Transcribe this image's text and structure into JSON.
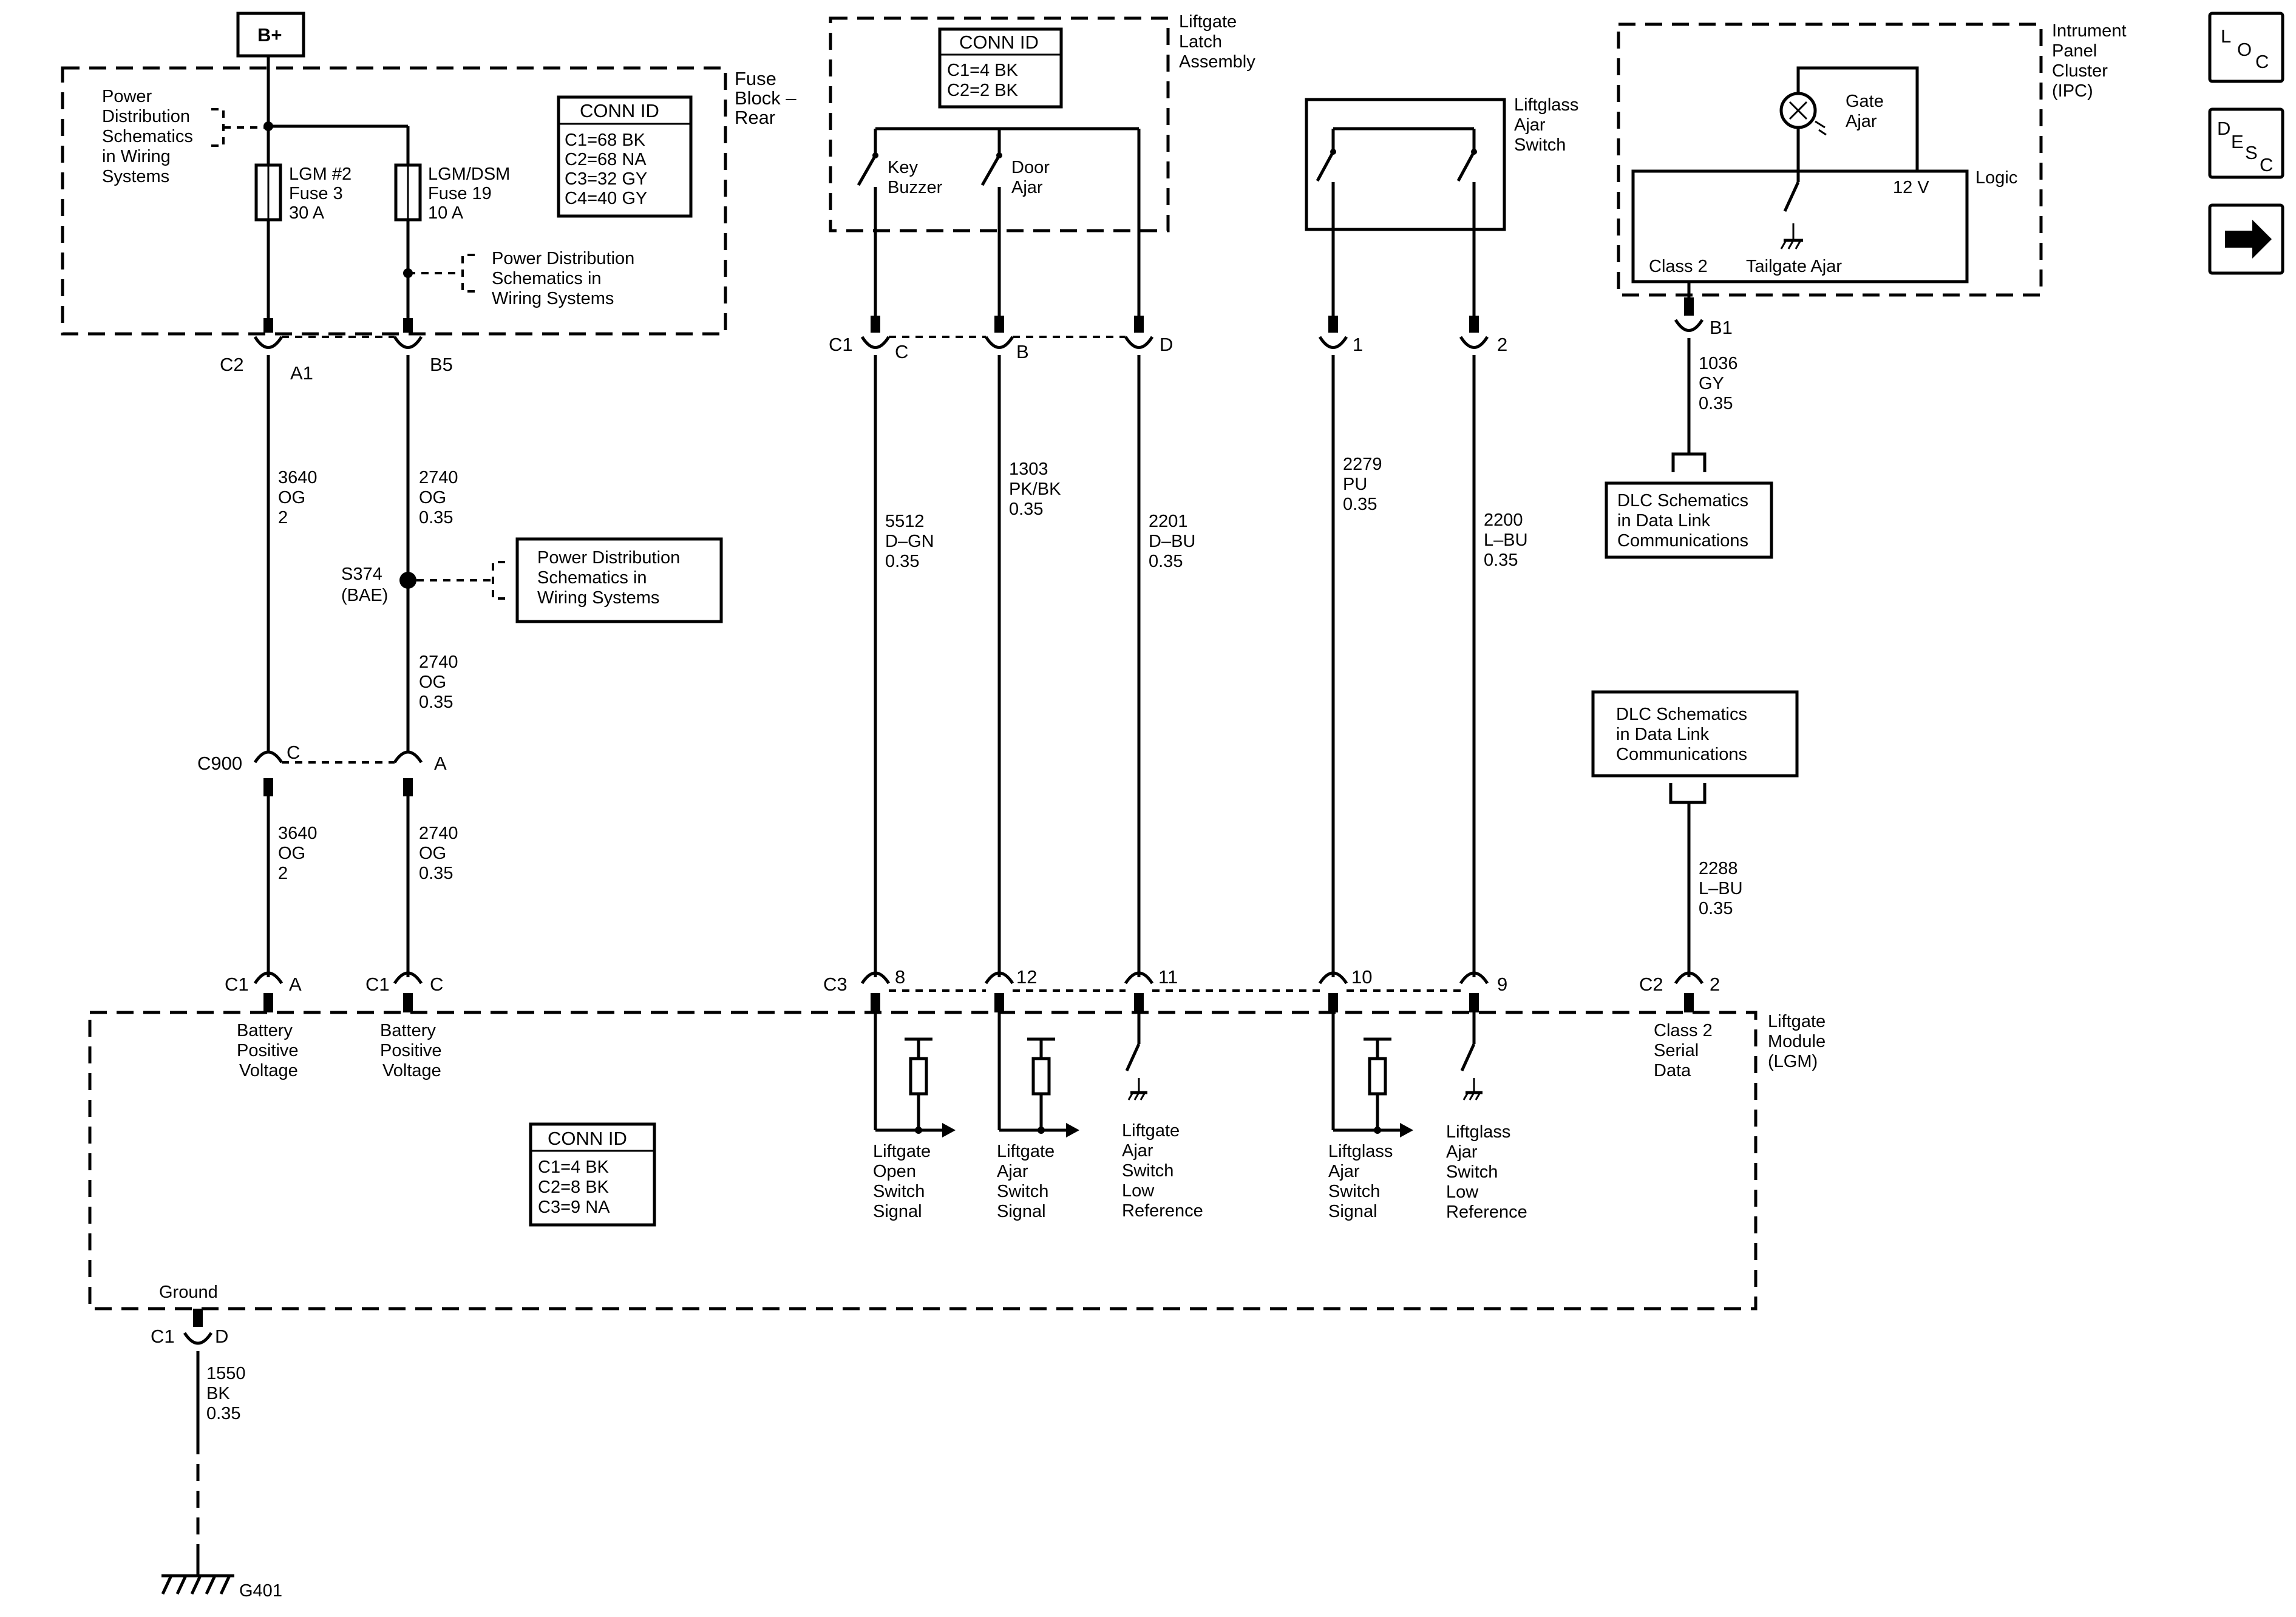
{
  "nav": {
    "loc": {
      "l1": "L",
      "l2": "O",
      "l3": "C"
    },
    "desc": {
      "l1": "D",
      "l2": "E",
      "l3": "S",
      "l4": "C"
    },
    "next_icon": "arrow-right-icon"
  },
  "bplus": "B+",
  "fuse_block": {
    "title": [
      "Fuse",
      "Block –",
      "Rear"
    ],
    "pd_ref_top": [
      "Power",
      "Distribution",
      "Schematics",
      "in Wiring",
      "Systems"
    ],
    "fuse1": [
      "LGM #2",
      "Fuse 3",
      "30 A"
    ],
    "fuse2": [
      "LGM/DSM",
      "Fuse 19",
      "10 A"
    ],
    "pd_ref_right": [
      "Power Distribution",
      "Schematics in",
      "Wiring Systems"
    ],
    "conn_title": "CONN ID",
    "conn": [
      "C1=68 BK",
      "C2=68 NA",
      "C3=32 GY",
      "C4=40 GY"
    ]
  },
  "latch": {
    "title": [
      "Liftgate",
      "Latch",
      "Assembly"
    ],
    "conn_title": "CONN ID",
    "conn": [
      "C1=4 BK",
      "C2=2 BK"
    ],
    "sw1": [
      "Key",
      "Buzzer"
    ],
    "sw2": [
      "Door",
      "Ajar"
    ],
    "c1": "C1",
    "pinC": "C",
    "pinB": "B",
    "pinD": "D"
  },
  "liftglass": {
    "title": [
      "Liftglass",
      "Ajar",
      "Switch"
    ],
    "pin1": "1",
    "pin2": "2"
  },
  "ipc": {
    "title": [
      "Intrument",
      "Panel",
      "Cluster",
      "(IPC)"
    ],
    "lamp": [
      "Gate",
      "Ajar"
    ],
    "v12": "12 V",
    "logic": "Logic",
    "class2": "Class 2",
    "tailgate": "Tailgate Ajar",
    "b1": "B1"
  },
  "dlc_top": {
    "wire": [
      "1036",
      "GY",
      "0.35"
    ],
    "box": [
      "DLC Schematics",
      "in Data Link",
      "Communications"
    ]
  },
  "dlc_mid": {
    "box": [
      "DLC Schematics",
      "in Data Link",
      "Communications"
    ],
    "wire": [
      "2288",
      "L–BU",
      "0.35"
    ]
  },
  "left": {
    "c2": "C2",
    "a1": "A1",
    "b5": "B5",
    "wire1a": [
      "3640",
      "OG",
      "2"
    ],
    "wire2a": [
      "2740",
      "OG",
      "0.35"
    ],
    "splice": [
      "S374",
      "(BAE)"
    ],
    "pd_splice": [
      "Power Distribution",
      "Schematics in",
      "Wiring Systems"
    ],
    "wire2b": [
      "2740",
      "OG",
      "0.35"
    ],
    "c900": "C900",
    "pinC": "C",
    "pinA": "A",
    "wire1c": [
      "3640",
      "OG",
      "2"
    ],
    "wire2c": [
      "2740",
      "OG",
      "0.35"
    ]
  },
  "mid_wires": {
    "w5512": [
      "5512",
      "D–GN",
      "0.35"
    ],
    "w1303": [
      "1303",
      "PK/BK",
      "0.35"
    ],
    "w2201": [
      "2201",
      "D–BU",
      "0.35"
    ],
    "w2279": [
      "2279",
      "PU",
      "0.35"
    ],
    "w2200": [
      "2200",
      "L–BU",
      "0.35"
    ]
  },
  "lgm": {
    "title": [
      "Liftgate",
      "Module",
      "(LGM)"
    ],
    "c1a": "C1",
    "pinA": "A",
    "c1c": "C1",
    "pinC": "C",
    "bat1": [
      "Battery",
      "Positive",
      "Voltage"
    ],
    "bat2": [
      "Battery",
      "Positive",
      "Voltage"
    ],
    "c3": "C3",
    "p8": "8",
    "p12": "12",
    "p11": "11",
    "p10": "10",
    "p9": "9",
    "c2": "C2",
    "p2": "2",
    "class2": [
      "Class 2",
      "Serial",
      "Data"
    ],
    "sig1": [
      "Liftgate",
      "Open",
      "Switch",
      "Signal"
    ],
    "sig2": [
      "Liftgate",
      "Ajar",
      "Switch",
      "Signal"
    ],
    "sig3": [
      "Liftgate",
      "Ajar",
      "Switch",
      "Low",
      "Reference"
    ],
    "sig4": [
      "Liftglass",
      "Ajar",
      "Switch",
      "Signal"
    ],
    "sig5": [
      "Liftglass",
      "Ajar",
      "Switch",
      "Low",
      "Reference"
    ],
    "conn_title": "CONN ID",
    "conn": [
      "C1=4 BK",
      "C2=8 BK",
      "C3=9 NA"
    ],
    "ground": "Ground",
    "gc1": "C1",
    "gd": "D"
  },
  "ground_wire": [
    "1550",
    "BK",
    "0.35"
  ],
  "g401": "G401"
}
